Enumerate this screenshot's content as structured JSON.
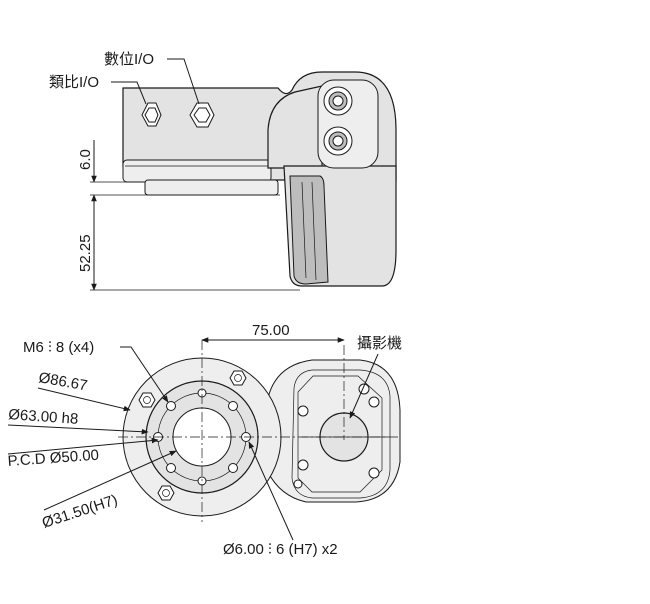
{
  "side_view": {
    "digital_io_label": "數位I/O",
    "analog_io_label": "類比I/O",
    "dim_height_small": "6.0",
    "dim_height_large": "52.25"
  },
  "bottom_view": {
    "dim_center_distance": "75.00",
    "camera_label": "攝影機",
    "mount_thread_label": "M6 ⫶ 8 (x4)",
    "dia_outer_label": "Ø86.67",
    "dia_flange_label": "Ø63.00 h8",
    "pcd_label": "P.C.D Ø50.00",
    "dia_bore_label": "Ø31.50(H7)",
    "dowel_label": "Ø6.00 ⫶ 6 (H7) x2"
  }
}
